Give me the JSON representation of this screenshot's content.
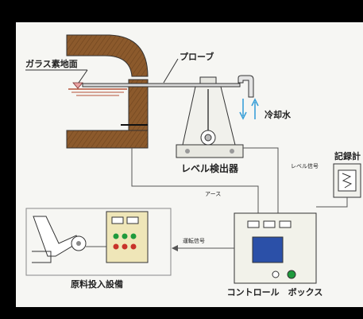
{
  "labels": {
    "glass_surface": "ガラス素地面",
    "probe": "プローブ",
    "cooling_water": "冷却水",
    "level_detector": "レベル検出器",
    "level_signal": "レベル信号",
    "earth": "アース",
    "recorder": "記録計",
    "operation_signal": "運転信号",
    "raw_material_equipment": "原料投入設備",
    "control_box": "コントロール　ボックス"
  },
  "colors": {
    "brick": "#8c5a2c",
    "glass": "#b5533a",
    "glass_marker": "#e9a3a3",
    "cooling_arrow": "#3aa0d8",
    "display": "#2b50a8",
    "lamp_green": "#1e9a3c",
    "lamp_red": "#c8322a",
    "panel": "#efe6b8"
  }
}
